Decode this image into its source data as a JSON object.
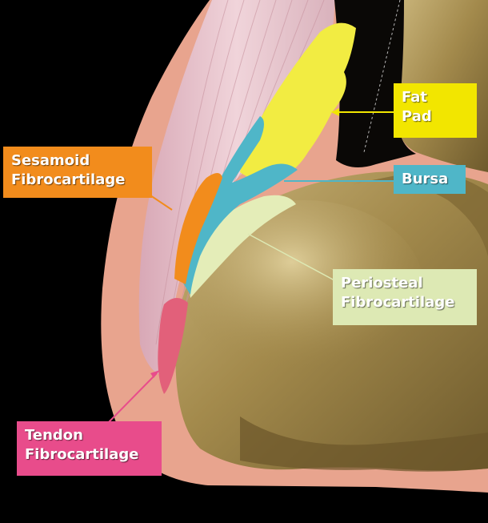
{
  "labels": {
    "fat_pad": {
      "lines": [
        "Fat",
        "Pad"
      ],
      "color": "#f2e600",
      "text_color": "#ffffff"
    },
    "bursa": {
      "lines": [
        "Bursa"
      ],
      "color": "#4fb6c8",
      "text_color": "#ffffff"
    },
    "sesamoid": {
      "lines": [
        "Sesamoid",
        "Fibrocartilage"
      ],
      "color": "#f28c1c",
      "text_color": "#ffffff"
    },
    "periosteal": {
      "lines": [
        "Periosteal",
        "Fibrocartilage"
      ],
      "color": "#dde9b4",
      "text_color": "#ffffff"
    },
    "tendon": {
      "lines": [
        "Tendon",
        "Fibrocartilage"
      ],
      "color": "#e84c8b",
      "text_color": "#ffffff"
    }
  },
  "colors": {
    "background": "#000000",
    "skin": "#e8a48e",
    "tendon_tissue": "#e7c3cc",
    "bone": "#9a8246",
    "fat_pad": "#f2ec42",
    "bursa": "#4fb6c8",
    "sesamoid": "#f28c1c",
    "periosteal": "#e4edb8",
    "tendon_fc": "#e2607a"
  }
}
